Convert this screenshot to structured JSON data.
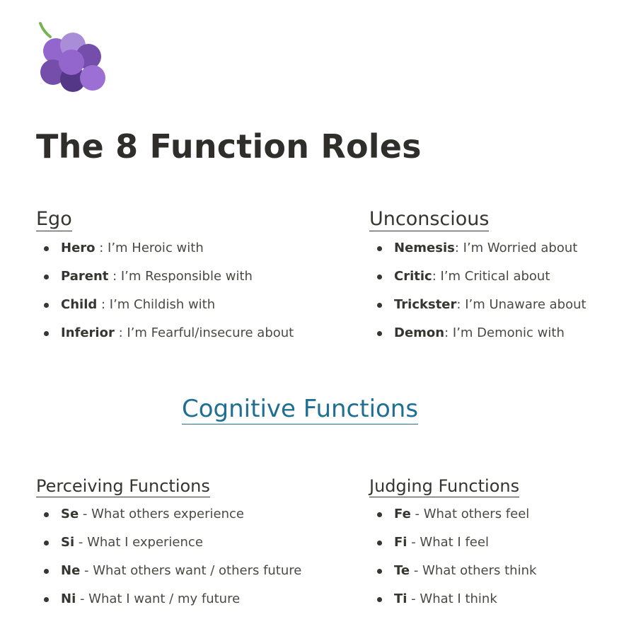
{
  "page_icon": "grapes-icon",
  "title": "The 8 Function Roles",
  "ego": {
    "heading": "Ego",
    "items": [
      {
        "term": "Hero",
        "text": " :  I’m Heroic with"
      },
      {
        "term": "Parent",
        "text": " :  I’m Responsible with"
      },
      {
        "term": "Child",
        "text": " :  I’m Childish with"
      },
      {
        "term": "Inferior",
        "text": " :  I’m Fearful/insecure about"
      }
    ]
  },
  "unconscious": {
    "heading": "Unconscious",
    "items": [
      {
        "term": "Nemesis",
        "text": ": I’m Worried about"
      },
      {
        "term": "Critic",
        "text": ":  I’m Critical about"
      },
      {
        "term": "Trickster",
        "text": ":  I’m Unaware about"
      },
      {
        "term": "Demon",
        "text": ": I’m Demonic with"
      }
    ]
  },
  "cognitive_link": {
    "label": "Cognitive Functions",
    "color": "#1f6f94"
  },
  "perceiving": {
    "heading": "Perceiving Functions",
    "items": [
      {
        "term": "Se",
        "text": " - What others experience"
      },
      {
        "term": "Si",
        "text": " - What I experience"
      },
      {
        "term": "Ne",
        "text": " - What others want / others future"
      },
      {
        "term": "Ni",
        "text": " - What I want / my future"
      }
    ]
  },
  "judging": {
    "heading": "Judging Functions",
    "items": [
      {
        "term": "Fe",
        "text": " - What others feel"
      },
      {
        "term": "Fi",
        "text": " - What I feel"
      },
      {
        "term": "Te",
        "text": " - What others think"
      },
      {
        "term": "Ti",
        "text": " - What I think"
      }
    ]
  }
}
